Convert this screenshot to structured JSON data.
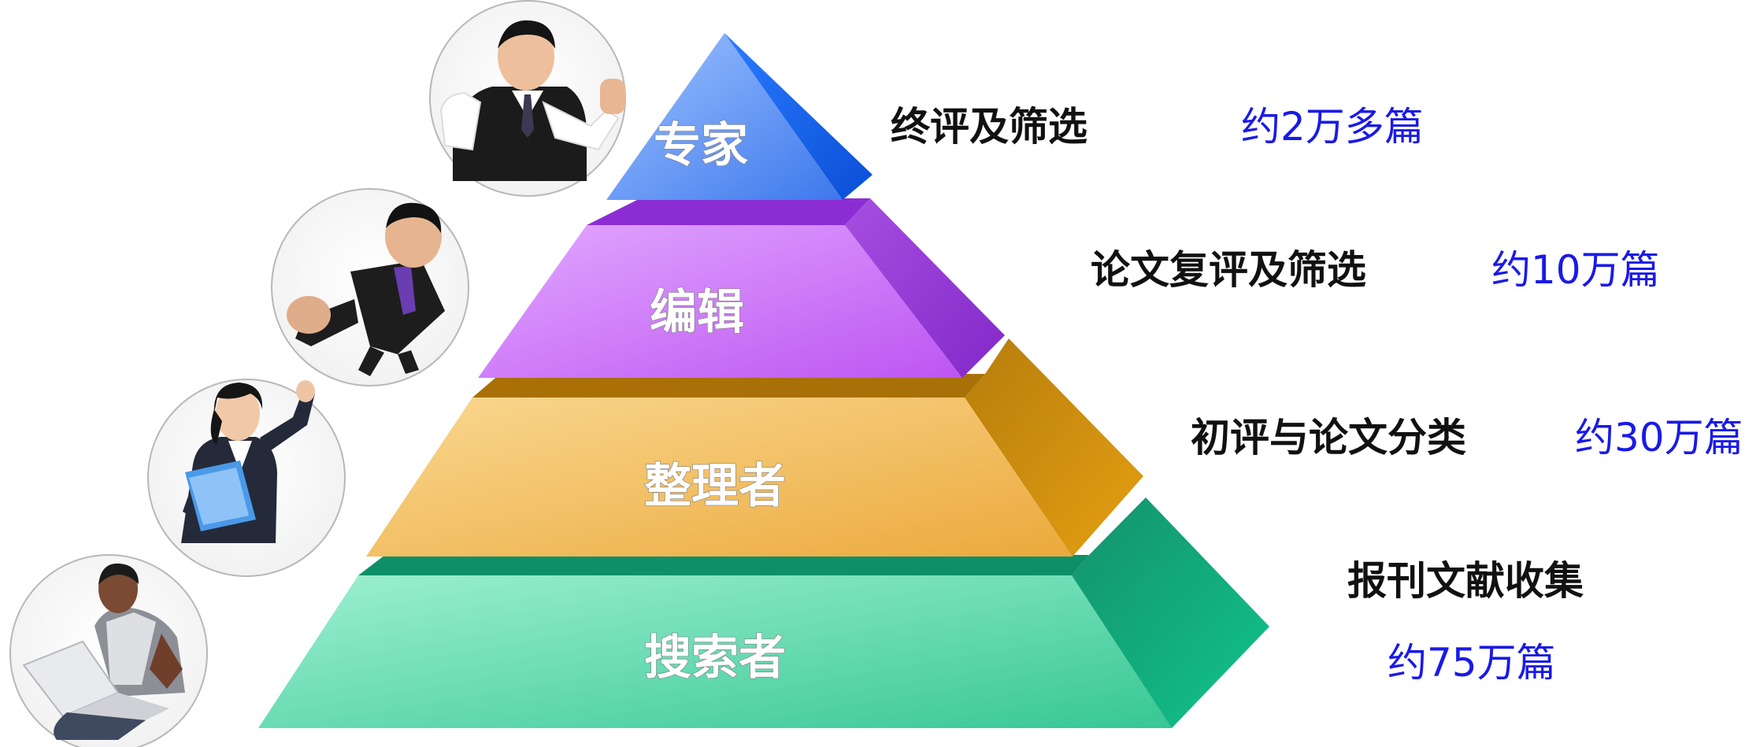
{
  "tiers": [
    {
      "role": "专家",
      "task": "终评及筛选",
      "count": "约2万多篇",
      "colors": {
        "front": "#5d8df0",
        "side": "#1460e6",
        "avatar": "expert"
      }
    },
    {
      "role": "编辑",
      "task": "论文复评及筛选",
      "count": "约10万篇",
      "colors": {
        "front": "#cf72f5",
        "side": "#9e35e0",
        "avatar": "editor"
      }
    },
    {
      "role": "整理者",
      "task": "初评与论文分类",
      "count": "约30万篇",
      "colors": {
        "front": "#f2bb60",
        "side": "#c98a12",
        "avatar": "organizer"
      }
    },
    {
      "role": "搜索者",
      "task": "报刊文献收集",
      "count": "约75万篇",
      "colors": {
        "front": "#62dcb3",
        "side": "#19a77e",
        "avatar": "searcher"
      }
    }
  ],
  "avatars": [
    {
      "name": "expert-avatar",
      "icon": "businessman-fist-icon"
    },
    {
      "name": "editor-avatar",
      "icon": "businessman-pointing-icon"
    },
    {
      "name": "organizer-avatar",
      "icon": "businesswoman-folder-icon"
    },
    {
      "name": "searcher-avatar",
      "icon": "man-laptop-icon"
    }
  ]
}
